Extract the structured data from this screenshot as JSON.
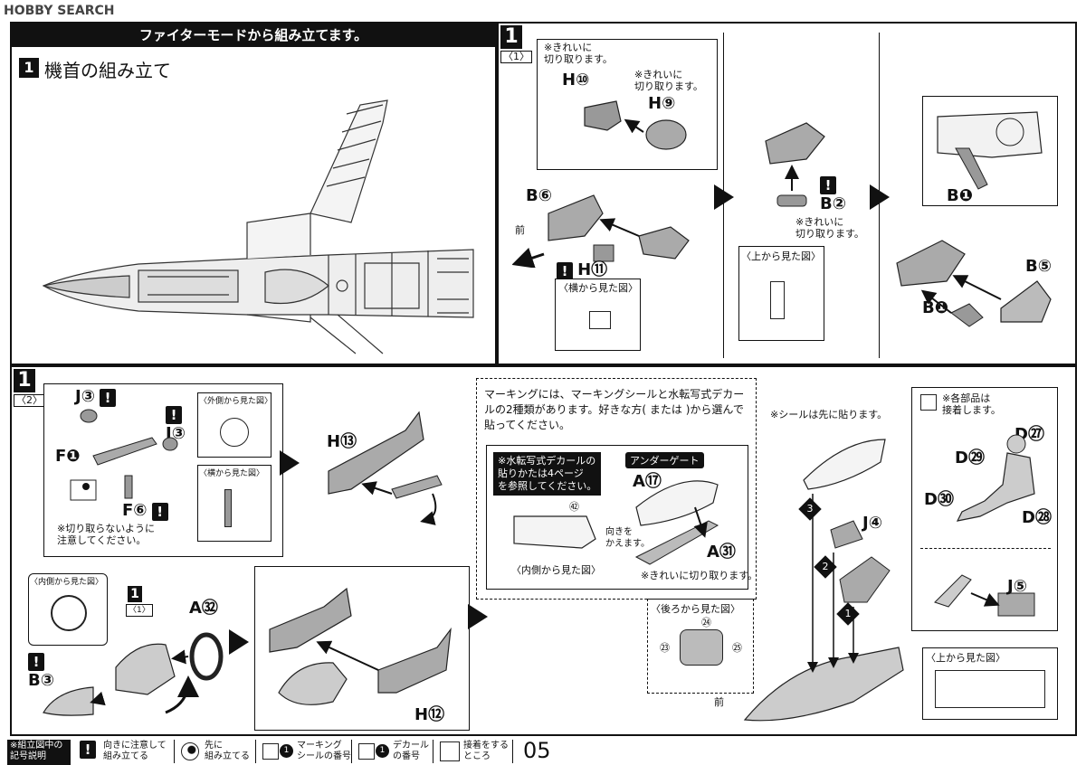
{
  "watermark": {
    "logo_text": "HOBBY SEARCH"
  },
  "header": {
    "banner": "ファイターモードから組み立てます。"
  },
  "section1": {
    "number": "1",
    "title": "機首の組み立て"
  },
  "step1_1": {
    "number": "1",
    "sub": "〈1〉",
    "note_h10": "※きれいに\n切り取ります。",
    "part_h10": "H⑩",
    "note_h9": "※きれいに\n切り取ります。",
    "part_h9": "H⑨",
    "part_b6": "B⑥",
    "front": "前",
    "part_h11": "H⑪",
    "side_view": "〈横から見た図〉",
    "part_b2": "B②",
    "note_b2": "※きれいに\n切り取ります。",
    "top_view": "〈上から見た図〉",
    "part_b1_top": "B❶",
    "part_b5": "B⑤",
    "part_b1_bottom": "B❶"
  },
  "step1_2": {
    "number": "1",
    "sub": "〈2〉",
    "part_j3a": "J③",
    "part_j3b": "J③",
    "part_f1": "F❶",
    "part_f6": "F⑥",
    "outer_view": "〈外側から見た図〉",
    "side_view": "〈横から見た図〉",
    "note_cut": "※切り取らないように\n注意してください。",
    "part_h13": "H⑬",
    "inner_view": "〈内側から見た図〉",
    "ref_num": "1",
    "ref_sub": "〈1〉",
    "part_a32": "A㉜",
    "part_b3": "B③",
    "part_h12": "H⑫"
  },
  "marking": {
    "text": "マーキングには、マーキングシールと水転写式デカールの2種類があります。好きな方(  または  )から選んで貼ってください。",
    "decal_box": "※水転写式デカールの\n貼りかたは4ページ\nを参照してください。",
    "under_gate": "アンダーゲート",
    "part_a17": "A⑰",
    "part_a31": "A㉛",
    "flip": "向きを\nかえます。",
    "inner_view": "〈内側から見た図〉",
    "note_cut": "※きれいに切り取ります。",
    "decal_42": "㊷",
    "rear_view": "〈後ろから見た図〉",
    "decal_23": "㉓",
    "decal_24": "㉔",
    "decal_25": "㉕"
  },
  "cockpit": {
    "seal_note": "※シールは先に貼ります。",
    "glue_note": "※各部品は\n接着します。",
    "part_d27": "D㉗",
    "part_d29": "D㉙",
    "part_d30": "D㉚",
    "part_d28": "D㉘",
    "part_j4": "J④",
    "part_j5": "J⑤",
    "order": [
      "3",
      "2",
      "1"
    ],
    "top_view": "〈上から見た図〉",
    "front": "前"
  },
  "legend": {
    "title": "※組立図中の\n記号説明",
    "items": [
      {
        "text": "向きに注意して\n組み立てる"
      },
      {
        "text": "先に\n組み立てる"
      },
      {
        "text": "マーキング\nシールの番号"
      },
      {
        "text": "デカール\nの番号"
      },
      {
        "text": "接着をする\nところ"
      }
    ]
  },
  "page_number": "05"
}
